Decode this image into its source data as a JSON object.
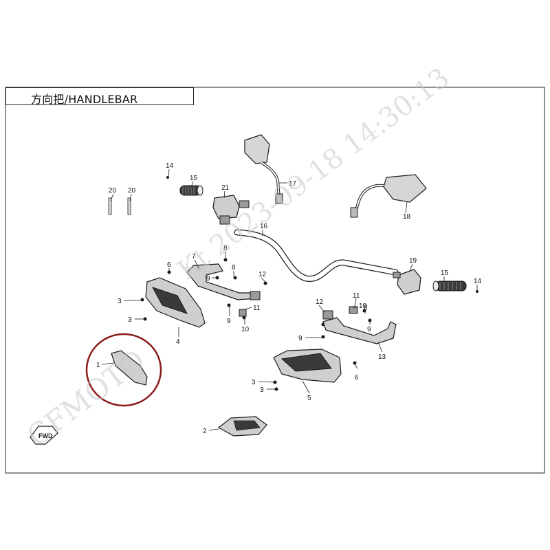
{
  "diagram": {
    "title": "方向把/HANDLEBAR",
    "watermark_brand": "CFMOTO",
    "watermark_id": "Kt",
    "watermark_timestamp": "2023-09-18 14:30:13",
    "fwd_label": "FWD",
    "callouts": {
      "c1": "1",
      "c2": "2",
      "c3a": "3",
      "c3b": "3",
      "c3c": "3",
      "c3d": "3",
      "c4": "4",
      "c5": "5",
      "c6a": "6",
      "c6b": "6",
      "c7": "7",
      "c8a": "8",
      "c8b": "8",
      "c8c": "8",
      "c9a": "9",
      "c9b": "9",
      "c9c": "9",
      "c9d": "9",
      "c10a": "10",
      "c10b": "10",
      "c11a": "11",
      "c11b": "11",
      "c12a": "12",
      "c12b": "12",
      "c13": "13",
      "c14a": "14",
      "c14b": "14",
      "c15a": "15",
      "c15b": "15",
      "c16": "16",
      "c17": "17",
      "c18": "18",
      "c19": "19",
      "c20a": "20",
      "c20b": "20",
      "c21": "21"
    }
  },
  "colors": {
    "line": "#1a1a1a",
    "highlight": "#8b1a1a",
    "part_fill": "#cfcfcf",
    "dark_fill": "#3a3a3a"
  }
}
